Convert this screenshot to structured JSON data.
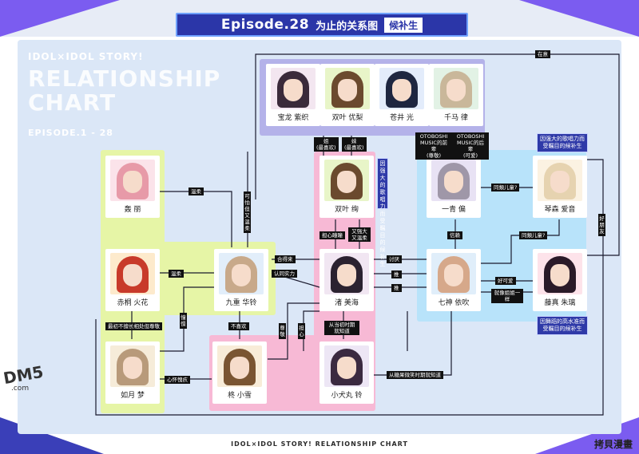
{
  "header": {
    "episode": "Episode.28",
    "title": "为止的关系图",
    "tag": "候补生"
  },
  "brand": {
    "series": "IDOL×IDOL STORY!",
    "line1": "RELATIONSHIP",
    "line2": "CHART",
    "range": "EPISODE.1 - 28"
  },
  "footer": "IDOL×IDOL STORY! RELATIONSHIP CHART",
  "watermark": {
    "logo": "DM5",
    "site": ".com",
    "corner": "拷貝漫畫"
  },
  "characters": {
    "shiori": "宝龙 紫织",
    "yuri": "双叶 优梨",
    "hikaru": "苍井 光",
    "ritsu": "千马 律",
    "mana": "双叶 绚",
    "nagisa": "渚 美海",
    "kokuri": "小犬丸 铃",
    "koyuki": "柊 小雪",
    "kanade": "九重 华铃",
    "hibana": "赤桐 火花",
    "urara": "轰 丽",
    "yume": "如月 梦",
    "hitoe": "一青 偏",
    "aine": "琴森 爱音",
    "ibuki": "七神 依吹",
    "akari": "藤真 朱璃"
  },
  "edges": {
    "zaii": "在意",
    "ane": "姐",
    "ane_sub": "(最喜欢)",
    "imouto": "妹",
    "imouto_sub": "(最喜欢)",
    "oto1": "OTOBOSHI MUSIC的前辈",
    "oto1_sub": "(尊敬)",
    "oto2": "OTOBOSHI MUSIC的后辈",
    "oto2_sub": "(可爱)",
    "wenrou1": "温柔",
    "wenrou2": "温柔",
    "kepa": "可怕但又温柔",
    "hedelai": "合得来",
    "renke": "认同实力",
    "danxin": "担心瞳瞳",
    "youqiang": "又强大又温柔",
    "taoyan": "讨厌",
    "tui1": "推",
    "tui2": "推",
    "tonglei1": "同類儿童?",
    "tonglei2": "同類儿童?",
    "xinlai": "信赖",
    "keai": "好可爱",
    "jiejie": "就像姐姐一样",
    "buxihuan": "不喜欢",
    "zunjing": "尊敬",
    "danxin2": "担心",
    "congdangchu": "从当初时期就知道",
    "zuichu": "最初不擅长相处但尊敬",
    "xinhuai": "心怀愧疚",
    "fuchu": "憧憬",
    "tangguo": "从糖果微笑时期就知道",
    "haopengyou": "好朋友"
  },
  "notes": {
    "mana_note": "因强大的歌唱力而受瞩目的候补生",
    "aine_note": "因强大的歌唱力而受瞩目的候补生",
    "akari_note": "因舞蹈的高水准而受瞩目的候补生"
  },
  "colors": {
    "purple_zone": "#b4b2e9",
    "pink_zone": "#f7b9d5",
    "yellow_zone": "#e6f5a6",
    "blue_zone": "#b8e3fa",
    "accent": "#2b36a8"
  }
}
